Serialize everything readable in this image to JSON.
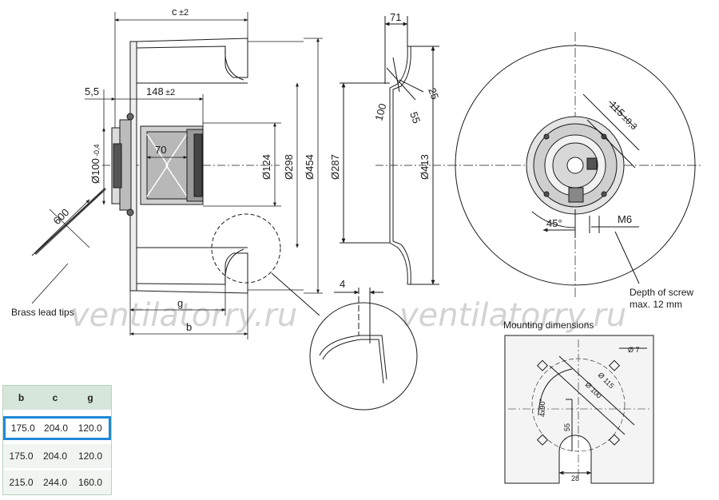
{
  "dimensions": {
    "c": "c",
    "c_tol": "±2",
    "d55": "5,5",
    "d148": "148",
    "d148_tol": "±2",
    "d70": "70",
    "d100": "Ø100",
    "d100_tol": "-0,4",
    "d600": "600",
    "d124": "Ø124",
    "d298": "Ø298",
    "d454": "Ø454",
    "d71": "71",
    "d100b": "100",
    "d55b": "55",
    "d25": "25",
    "d287": "Ø287",
    "d413": "Ø413",
    "g": "g",
    "b": "b",
    "d4": "4",
    "d115": "115",
    "d115_tol": "±0,3",
    "d45": "45°",
    "m6": "M6"
  },
  "labels": {
    "brass": "Brass lead tips",
    "depth1": "Depth of screw",
    "depth2": "max. 12 mm",
    "mounting": "Mounting dimensions"
  },
  "mounting": {
    "d7": "Ø 7",
    "d115": "Ø 115",
    "d100": "Ø 100",
    "angle": "4x90°",
    "d55": "55",
    "d28": "28"
  },
  "watermark": {
    "left": "ventilatorry.ru",
    "right": "ventilatorry.ru"
  },
  "table": {
    "headers": [
      "b",
      "c",
      "g"
    ],
    "rows": [
      [
        "175.0",
        "204.0",
        "120.0"
      ],
      [
        "175.0",
        "204.0",
        "120.0"
      ],
      [
        "215.0",
        "244.0",
        "160.0"
      ]
    ]
  },
  "colors": {
    "selection": "#1e88d6",
    "table_header": "#d7e6da"
  }
}
